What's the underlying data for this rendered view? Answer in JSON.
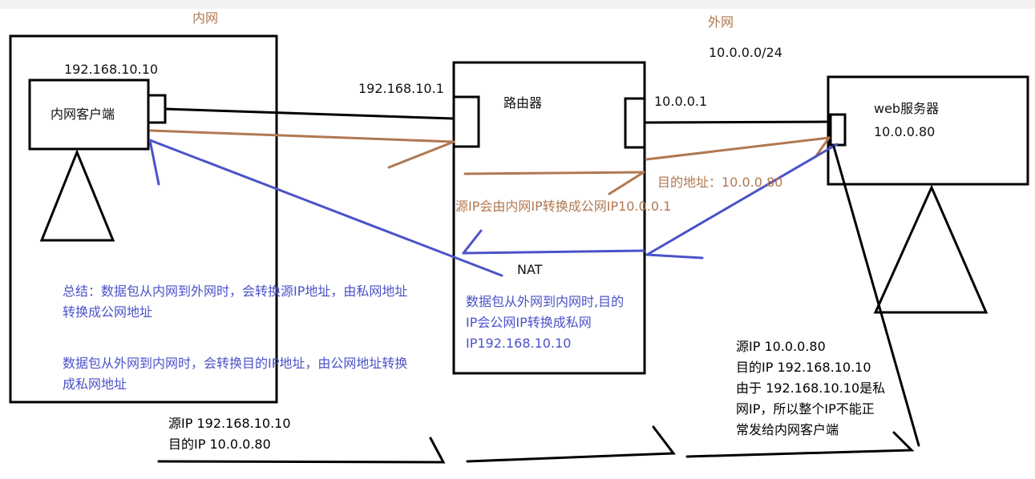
{
  "diagram": {
    "labels": {
      "intranet": "内网",
      "extranet": "外网",
      "extranet_subnet": "10.0.0.0/24",
      "client_ip": "192.168.10.10",
      "client_name": "内网客户端",
      "router_lan_ip": "192.168.10.1",
      "router_name": "路由器",
      "router_wan_ip": "10.0.0.1",
      "server_name": "web服务器",
      "server_ip": "10.0.0.80",
      "dest_addr": "目的地址：10.0.0.80",
      "src_translate": "源IP会由内网IP转换成公网IP10.0.0.1",
      "nat": "NAT"
    },
    "router_note": [
      "数据包从外网到内网时,目的",
      "IP会公网IP转换成私网",
      "IP192.168.10.10"
    ],
    "summary1": [
      "总结：数据包从内网到外网时，会转换源IP地址，由私网地址",
      "转换成公网地址"
    ],
    "summary2": [
      "数据包从外网到内网时，会转换目的IP地址，由公网地址转换",
      "成私网地址"
    ],
    "bottom_left": [
      "源IP 192.168.10.10",
      "目的IP 10.0.0.80"
    ],
    "bottom_right": [
      "源IP 10.0.0.80",
      "目的IP 192.168.10.10",
      "由于 192.168.10.10是私",
      "网IP，所以整个IP不能正",
      "常发给内网客户端"
    ],
    "colors": {
      "outline": "#000000",
      "brown_annotation": "#b07850",
      "blue_annotation": "#4b52c8",
      "background": "#ffffff"
    }
  }
}
